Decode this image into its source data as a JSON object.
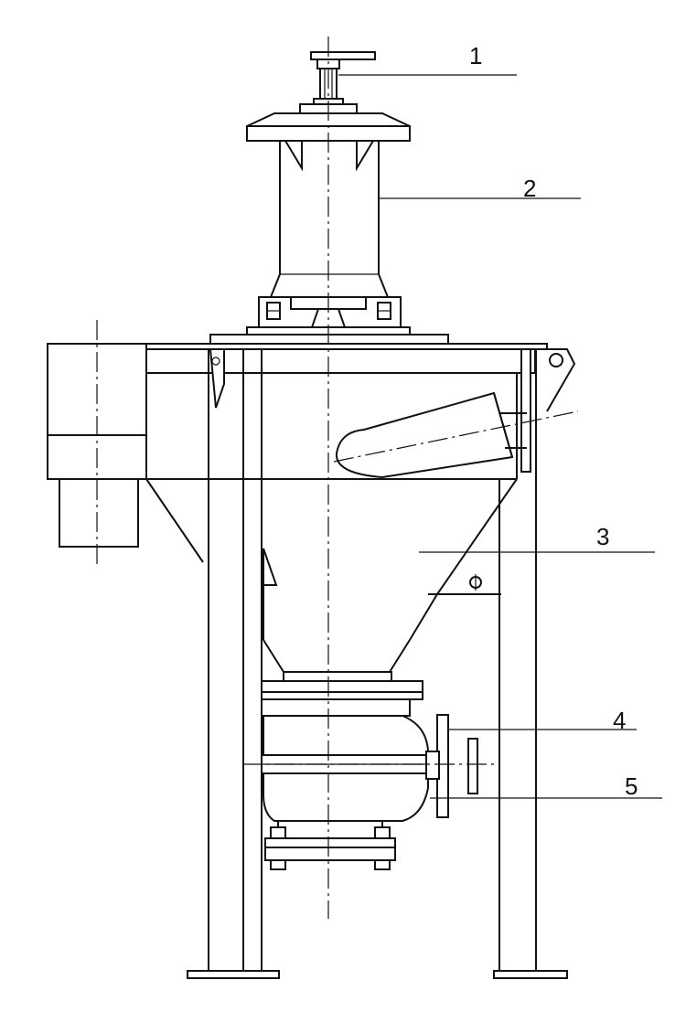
{
  "labels": [
    {
      "id": "1",
      "text": "1"
    },
    {
      "id": "2",
      "text": "2"
    },
    {
      "id": "3",
      "text": "3"
    },
    {
      "id": "4",
      "text": "4"
    },
    {
      "id": "5",
      "text": "5"
    }
  ]
}
